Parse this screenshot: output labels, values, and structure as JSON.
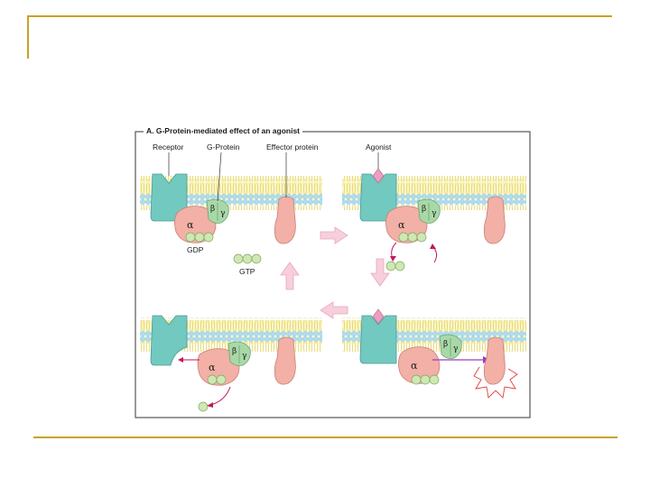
{
  "figure": {
    "title": "A. G-Protein-mediated effect of an agonist",
    "labels": {
      "receptor": "Receptor",
      "g_protein": "G-Protein",
      "effector": "Effector protein",
      "agonist": "Agonist",
      "gdp": "GDP",
      "gtp": "GTP"
    },
    "greek": {
      "alpha": "α",
      "beta": "β",
      "gamma": "γ"
    }
  },
  "colors": {
    "frame_rule": "#c9a227",
    "receptor": "#72c9bf",
    "alpha": "#f2b0a6",
    "beta_gamma": "#a9d8a8",
    "nucleotide": "#cfe8b2",
    "agonist": "#ec9fc0",
    "membrane_head": "#aedcf2",
    "membrane_tail": "#f3ea8a",
    "arrow": "#f7cfdc",
    "arrow_stroke": "#e8a5be",
    "signal_arrow": "#c2185b",
    "activation": "#9b3dbf"
  }
}
